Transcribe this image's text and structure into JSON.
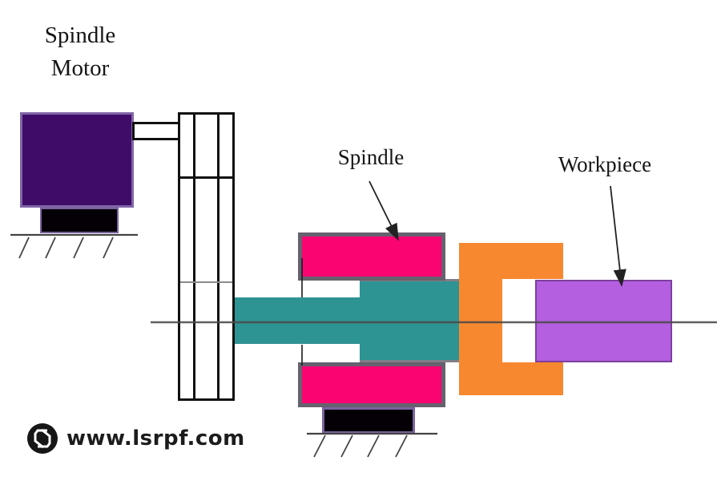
{
  "diagram": {
    "labels": {
      "spindle_motor": {
        "line1": "Spindle",
        "line2": "Motor"
      },
      "spindle": "Spindle",
      "workpiece": "Workpiece"
    },
    "watermark": {
      "text": "www.lsrpf.com"
    },
    "colors": {
      "background": "#ffffff",
      "motor_fill": "#3F0D68",
      "motor_border": "#8165A8",
      "base_fill": "#050005",
      "base_border": "#7A639F",
      "outline": "#111111",
      "shaft_teal": "#2E9393",
      "teal_edge": "#7F7F88",
      "bearing_pink": "#FA0472",
      "bearing_frame": "#66616E",
      "chuck_orange": "#F8882F",
      "workpiece_fill": "#B35FDF",
      "workpiece_border": "#7C3F9E",
      "centerline": "#4A4A4A",
      "annotation_line": "#222222",
      "ground_line": "#444444",
      "text": "#151515",
      "watermark_text": "#1C1C1C",
      "logo_bg": "#161616",
      "logo_glyph": "#ffffff"
    }
  }
}
